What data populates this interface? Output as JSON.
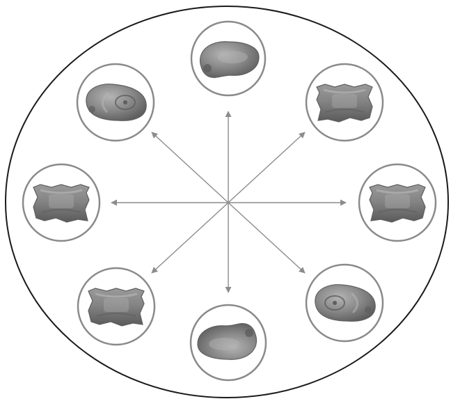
{
  "figure": {
    "center_label": "",
    "colors": {
      "outline": "#1a1a1a",
      "circle_stroke": "#8a8a8a",
      "arrow": "#8c8c8c",
      "bone_dark": "#5e5e5e",
      "bone_mid": "#878787",
      "bone_light": "#b4b4b4"
    },
    "views": [
      {
        "id": "top",
        "direction": "up",
        "bone_shape": "rounded-oblique"
      },
      {
        "id": "top-right",
        "direction": "up-right",
        "bone_shape": "block"
      },
      {
        "id": "right",
        "direction": "right",
        "bone_shape": "block"
      },
      {
        "id": "bottom-right",
        "direction": "down-right",
        "bone_shape": "rounded-facet"
      },
      {
        "id": "bottom",
        "direction": "down",
        "bone_shape": "rounded-oblique"
      },
      {
        "id": "bottom-left",
        "direction": "down-left",
        "bone_shape": "block"
      },
      {
        "id": "left",
        "direction": "left",
        "bone_shape": "block"
      },
      {
        "id": "top-left",
        "direction": "up-left",
        "bone_shape": "rounded-facet"
      }
    ]
  }
}
